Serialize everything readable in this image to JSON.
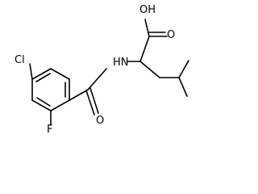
{
  "molecule": {
    "atoms": {
      "hydroxyl": "OH",
      "carbonyl_oxygen_acid": "O",
      "amide_nitrogen": "HN",
      "carbonyl_oxygen_amide": "O",
      "chlorine": "Cl",
      "fluorine": "F"
    }
  },
  "colors": {
    "bond": "#000000",
    "label": "#000000",
    "background": "#ffffff"
  }
}
